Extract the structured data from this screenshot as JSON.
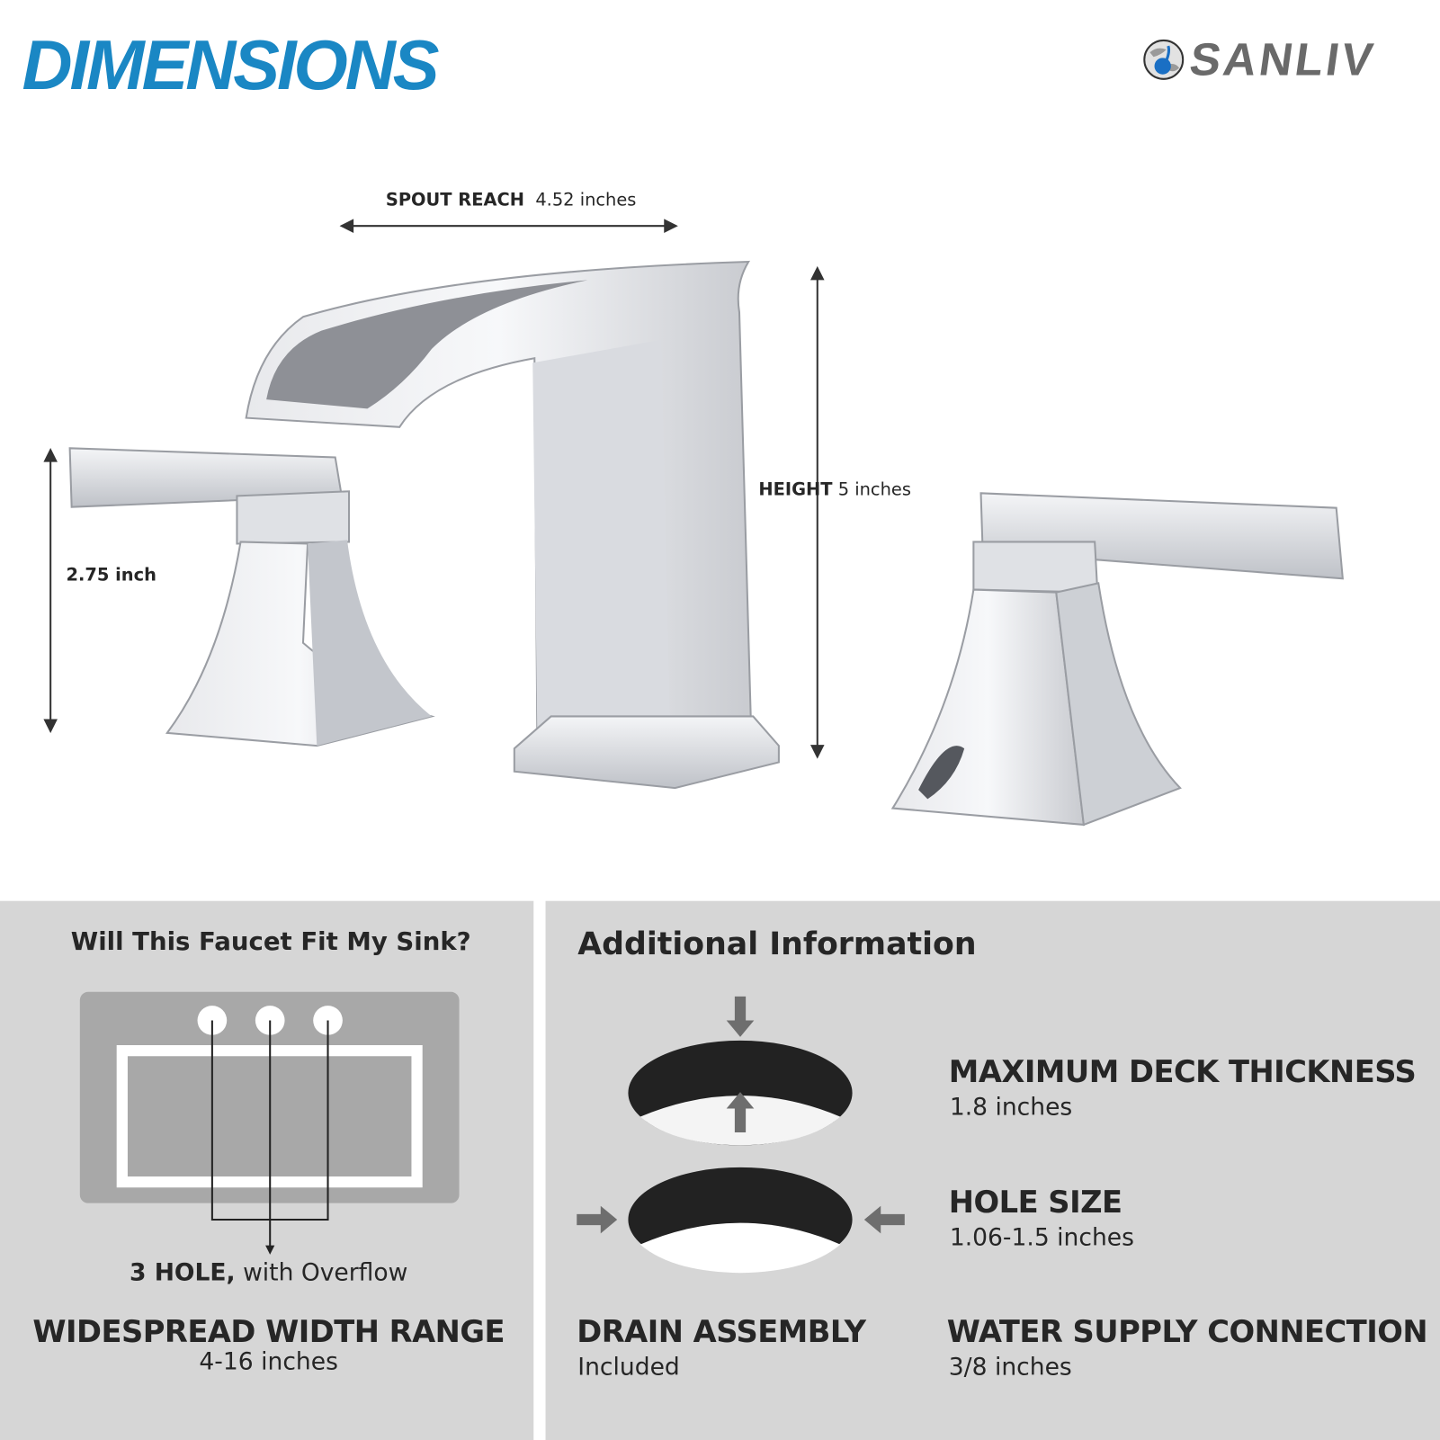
{
  "header": {
    "title": "DIMENSIONS",
    "brand": "SANLIV"
  },
  "dimensions": {
    "spout_reach": {
      "label": "SPOUT REACH",
      "value": "4.52 inches"
    },
    "height": {
      "label": "HEIGHT",
      "value": "5 inches"
    },
    "handle_height": {
      "value": "2.75 inch"
    }
  },
  "fit": {
    "heading": "Will This Faucet Fit My Sink?",
    "hole_label": "3 HOLE,",
    "hole_suffix": "with Overflow",
    "range_title": "WIDESPREAD WIDTH RANGE",
    "range_value": "4-16 inches"
  },
  "additional": {
    "heading": "Additional Information",
    "items": [
      {
        "title": "MAXIMUM DECK THICKNESS",
        "value": "1.8 inches"
      },
      {
        "title": "HOLE SIZE",
        "value": "1.06-1.5 inches"
      },
      {
        "title": "DRAIN ASSEMBLY",
        "value": "Included"
      },
      {
        "title": "WATER SUPPLY CONNECTION",
        "value": "3/8 inches"
      }
    ]
  },
  "colors": {
    "title": "#1a87c4",
    "panel": "#d6d6d6",
    "sink": "#a8a8a8",
    "text": "#262626"
  }
}
